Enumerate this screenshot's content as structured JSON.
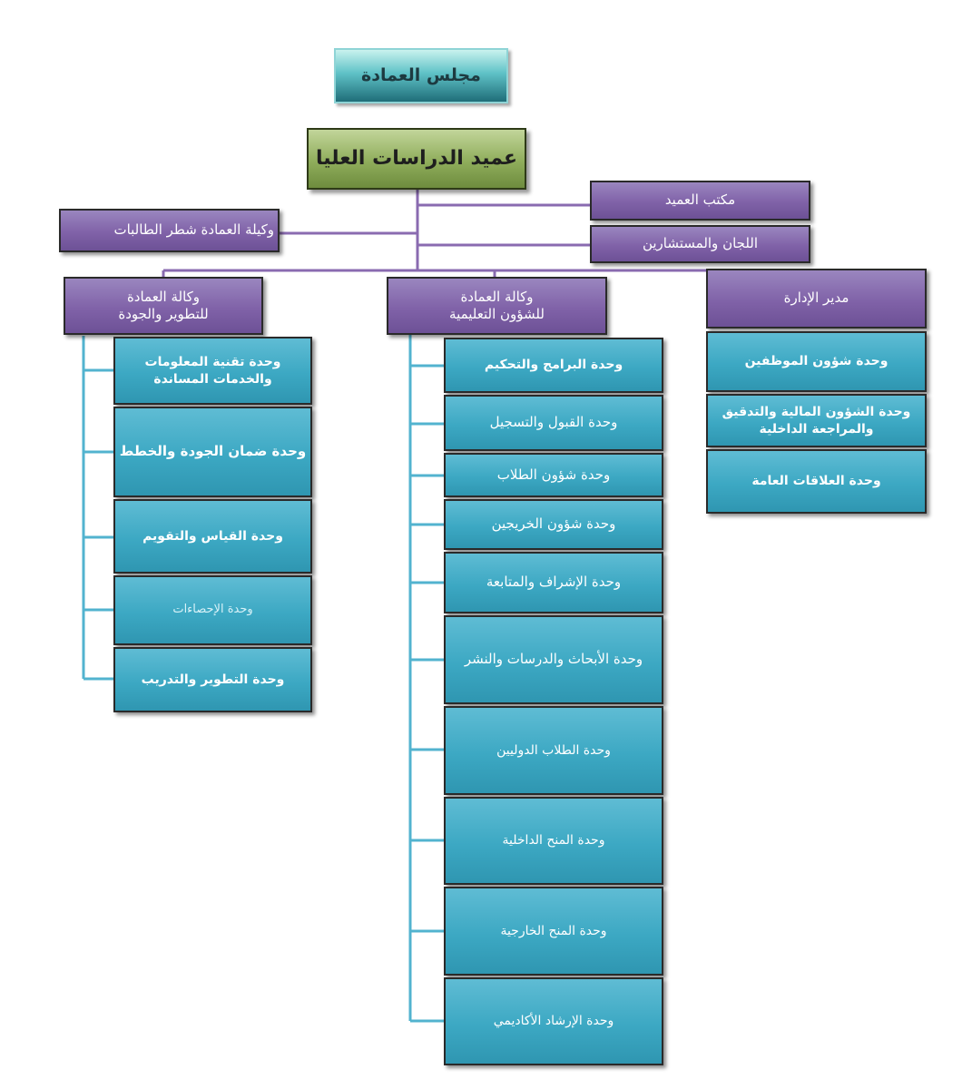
{
  "council": "مجلس العمادة",
  "dean": "عميد  الدراسات العليا",
  "dean_office": "مكتب العميد",
  "committees": "اللجان والمستشارين",
  "female_vice_dean": "وكيلة العمادة  شطر الطالبات",
  "vice_dean_development": {
    "title": "وكالة العمادة\nللتطوير والجودة",
    "units": [
      "وحدة  تقنية المعلومات\nوالخدمات المساندة",
      "وحدة  ضمان الجودة والخطط",
      "وحدة القياس والتقويم",
      "وحدة الإحصاءات",
      "وحدة التطوير والتدريب"
    ]
  },
  "vice_dean_education": {
    "title": "وكالة العمادة\nللشؤون التعليمية",
    "units": [
      "وحدة  البرامج والتحكيم",
      "وحدة  القبول والتسجيل",
      "وحدة  شؤون الطلاب",
      "وحدة شؤون الخريجين",
      "وحدة الإشراف والمتابعة",
      "وحدة الأبحاث والدرسات والنشر",
      "وحدة الطلاب الدوليين",
      "وحدة المنح الداخلية",
      "وحدة المنح الخارجية",
      "وحدة الإرشاد الأكاديمي"
    ]
  },
  "admin_director": {
    "title": "مدير الإدارة",
    "units": [
      "وحدة شؤون الموظفين",
      "وحدة الشؤون المالية والتدقيق\nوالمراجعة الداخلية",
      "وحدة العلاقات العامة"
    ]
  },
  "colors": {
    "purple": "#8062a8",
    "teal_unit": "#3ca8c3",
    "olive": "#8fad5b",
    "connector_purple": "#8a6bb0",
    "connector_teal": "#52b3cf"
  }
}
